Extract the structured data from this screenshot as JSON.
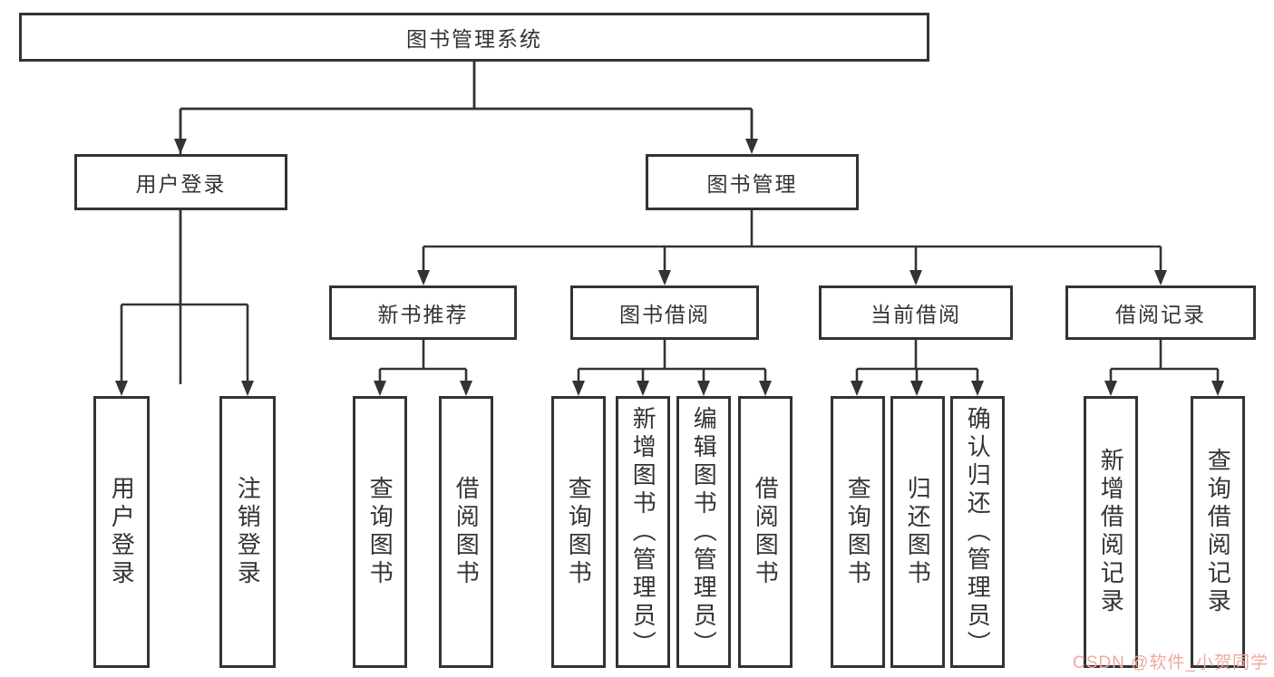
{
  "diagram": {
    "root": {
      "label": "图书管理系统"
    },
    "level2": [
      {
        "id": "user-login",
        "label": "用户登录"
      },
      {
        "id": "book-management",
        "label": "图书管理"
      }
    ],
    "level3": [
      {
        "id": "new-book-recommend",
        "label": "新书推荐"
      },
      {
        "id": "book-borrow",
        "label": "图书借阅"
      },
      {
        "id": "current-borrow",
        "label": "当前借阅"
      },
      {
        "id": "borrow-records",
        "label": "借阅记录"
      }
    ],
    "leaves": {
      "user_login": [
        {
          "label": "用户登录"
        },
        {
          "label": "注销登录"
        }
      ],
      "new_book_recommend": [
        {
          "label": "查询图书"
        },
        {
          "label": "借阅图书"
        }
      ],
      "book_borrow": [
        {
          "label": "查询图书"
        },
        {
          "label": "新增图书（管理员）"
        },
        {
          "label": "编辑图书（管理员）"
        },
        {
          "label": "借阅图书"
        }
      ],
      "current_borrow": [
        {
          "label": "查询图书"
        },
        {
          "label": "归还图书"
        },
        {
          "label": "确认归还（管理员）"
        }
      ],
      "borrow_records": [
        {
          "label": "新增借阅记录"
        },
        {
          "label": "查询借阅记录"
        }
      ]
    }
  },
  "watermark": {
    "text": "CSDN @软件_小贺同学",
    "color": "#f0a8a2"
  },
  "colors": {
    "line": "#333333",
    "text": "#333333",
    "background": "#ffffff"
  }
}
